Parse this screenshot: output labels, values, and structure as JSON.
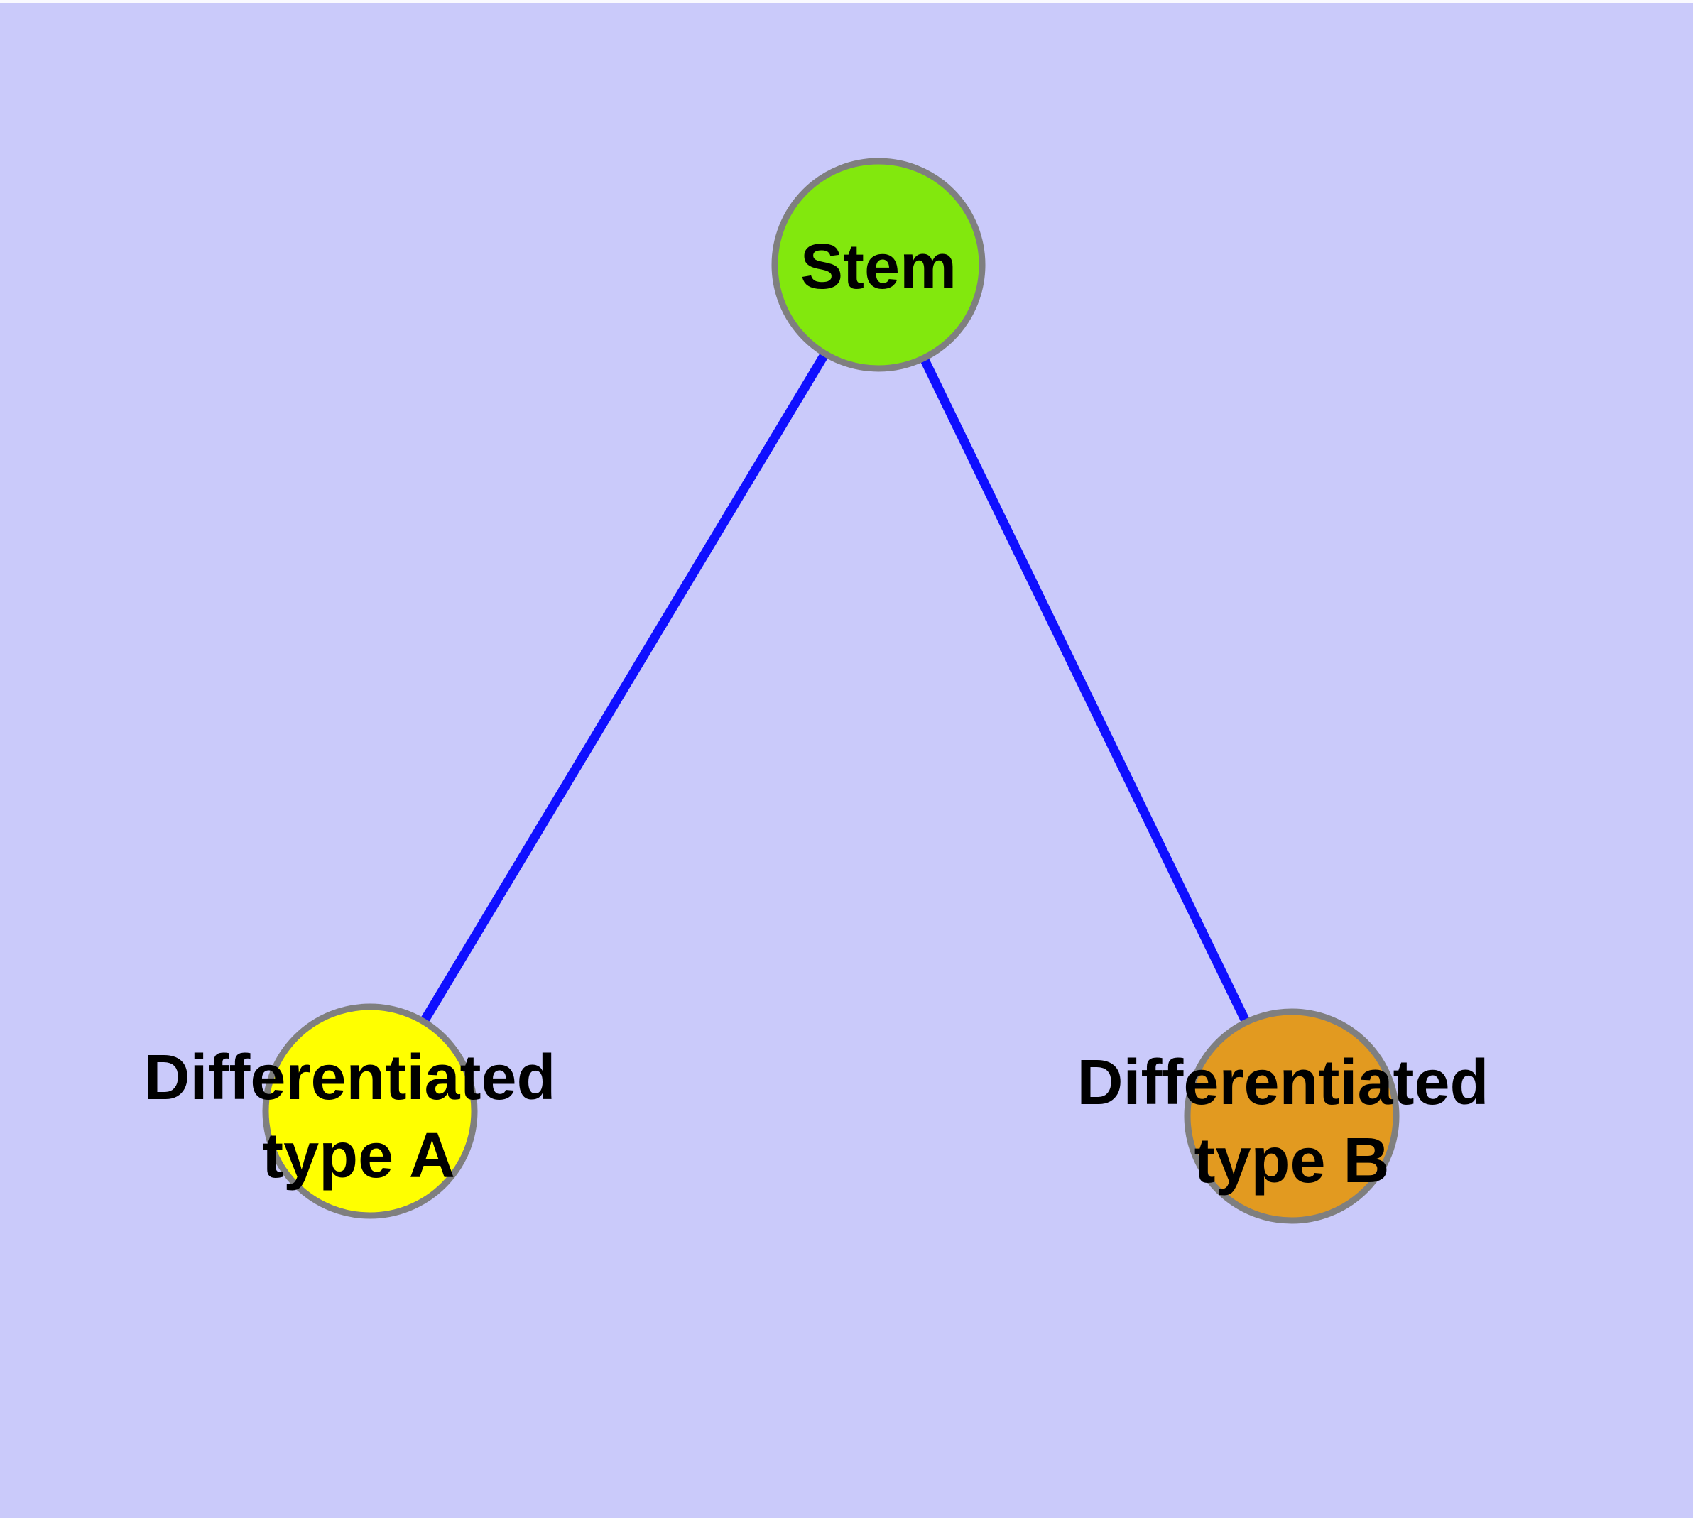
{
  "diagram": {
    "type": "node-link-graph",
    "background_color": "#CACAFA",
    "top_strip_color": "#FAFAFF",
    "edge_color": "#0F0FFF",
    "node_border_color": "#7F7F7F",
    "label_color": "#000000",
    "nodes": [
      {
        "id": "stem",
        "label": "Stem",
        "label_lines": [
          "Stem"
        ],
        "fill_color": "#82E80D"
      },
      {
        "id": "type-a",
        "label": "Differentiated type A",
        "label_lines": [
          "Differentiated",
          "type A"
        ],
        "fill_color": "#FFFF00"
      },
      {
        "id": "type-b",
        "label": "Differentiated type B",
        "label_lines": [
          "Differentiated",
          "type B"
        ],
        "fill_color": "#E29A20"
      }
    ],
    "edges": [
      {
        "from": "Stem",
        "to": "Differentiated type A"
      },
      {
        "from": "Stem",
        "to": "Differentiated type B"
      }
    ]
  }
}
